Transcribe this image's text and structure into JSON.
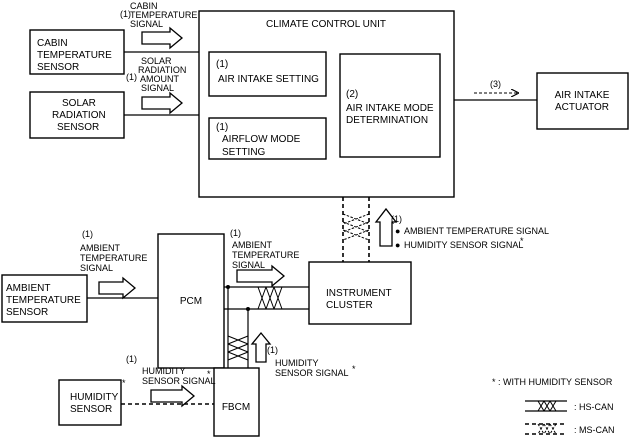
{
  "blocks": {
    "climate_control_unit": "CLIMATE CONTROL UNIT",
    "cabin_temp_sensor": [
      "CABIN",
      "TEMPERATURE",
      "SENSOR"
    ],
    "solar_sensor": [
      "SOLAR",
      "RADIATION",
      "SENSOR"
    ],
    "air_intake_setting": {
      "num": "(1)",
      "label": "AIR INTAKE SETTING"
    },
    "airflow_mode_setting": {
      "num": "(1)",
      "label": [
        "AIRFLOW MODE",
        "SETTING"
      ]
    },
    "air_intake_mode_determination": {
      "num": "(2)",
      "label": [
        "AIR INTAKE MODE",
        "DETERMINATION"
      ]
    },
    "air_intake_actuator": [
      "AIR INTAKE",
      "ACTUATOR"
    ],
    "ambient_temp_sensor": [
      "AMBIENT",
      "TEMPERATURE",
      "SENSOR"
    ],
    "pcm": "PCM",
    "instrument_cluster": [
      "INSTRUMENT",
      "CLUSTER"
    ],
    "humidity_sensor": [
      "HUMIDITY",
      "SENSOR"
    ],
    "humidity_sensor_star": "*",
    "fbcm": "FBCM"
  },
  "signals": {
    "cabin_temp": {
      "num": "(1)",
      "lines": [
        "CABIN",
        "TEMPERATURE",
        "SIGNAL"
      ]
    },
    "solar": {
      "num": "(1)",
      "lines": [
        "SOLAR",
        "RADIATION",
        "AMOUNT",
        "SIGNAL"
      ]
    },
    "actuator_step": "(3)",
    "ambient_to_pcm": {
      "num": "(1)",
      "lines": [
        "AMBIENT",
        "TEMPERATURE",
        "SIGNAL"
      ]
    },
    "ambient_to_cluster": {
      "num": "(1)",
      "lines": [
        "AMBIENT",
        "TEMPERATURE",
        "SIGNAL"
      ]
    },
    "cluster_to_ccu": {
      "num": "(1)",
      "line1": "AMBIENT TEMPERATURE SIGNAL",
      "line2": "HUMIDITY SENSOR SIGNAL",
      "star": "*"
    },
    "humidity_to_fbcm": {
      "num": "(1)",
      "lines": [
        "HUMIDITY",
        "SENSOR SIGNAL"
      ],
      "star": "*"
    },
    "fbcm_to_pcm": {
      "num": "(1)",
      "lines": [
        "HUMIDITY",
        "SENSOR SIGNAL"
      ],
      "star": "*"
    }
  },
  "legend": {
    "note": "* : WITH HUMIDITY SENSOR",
    "hs_can": ": HS-CAN",
    "ms_can": ": MS-CAN"
  },
  "bullets": {
    "dot": "●"
  }
}
